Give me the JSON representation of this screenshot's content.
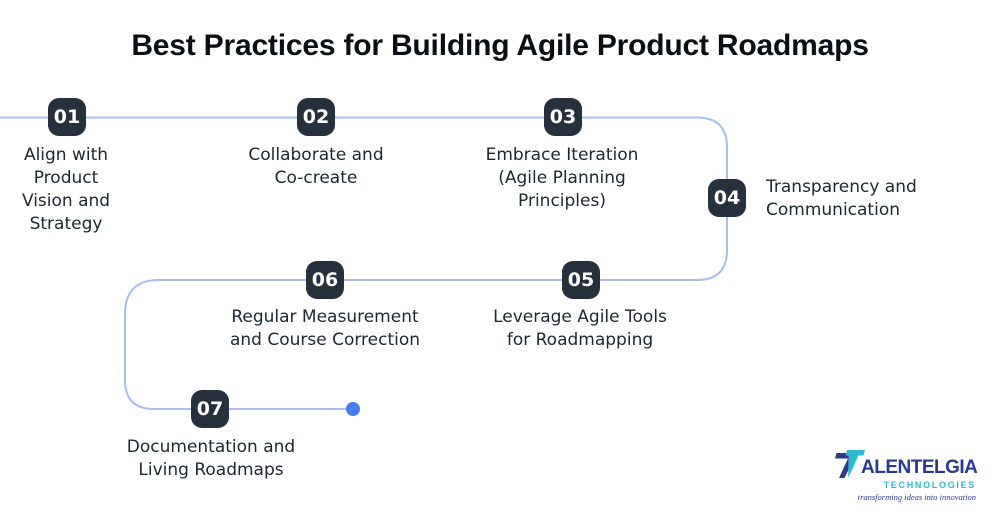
{
  "title": "Best Practices for Building Agile Product Roadmaps",
  "steps": [
    {
      "number": "01",
      "label": "Align with\nProduct\nVision and\nStrategy"
    },
    {
      "number": "02",
      "label": "Collaborate and\nCo-create"
    },
    {
      "number": "03",
      "label": "Embrace Iteration\n(Agile Planning\nPrinciples)"
    },
    {
      "number": "04",
      "label": "Transparency and\nCommunication"
    },
    {
      "number": "05",
      "label": "Leverage Agile Tools\nfor Roadmapping"
    },
    {
      "number": "06",
      "label": "Regular Measurement\nand Course Correction"
    },
    {
      "number": "07",
      "label": "Documentation and\nLiving Roadmaps"
    }
  ],
  "logo": {
    "brand_text": "ALENTELGIA",
    "sub_text": "TECHNOLOGIES",
    "tagline": "transforming ideas into innovation"
  },
  "colors": {
    "background": "#ffffff",
    "title_text": "#0b0e14",
    "label_text": "#1d2732",
    "badge_bg": "#27313d",
    "badge_text": "#ffffff",
    "line": "#a8bdf0",
    "end_dot": "#4a7bf0",
    "logo_navy": "#2b3991",
    "logo_teal": "#2fb9cc"
  }
}
